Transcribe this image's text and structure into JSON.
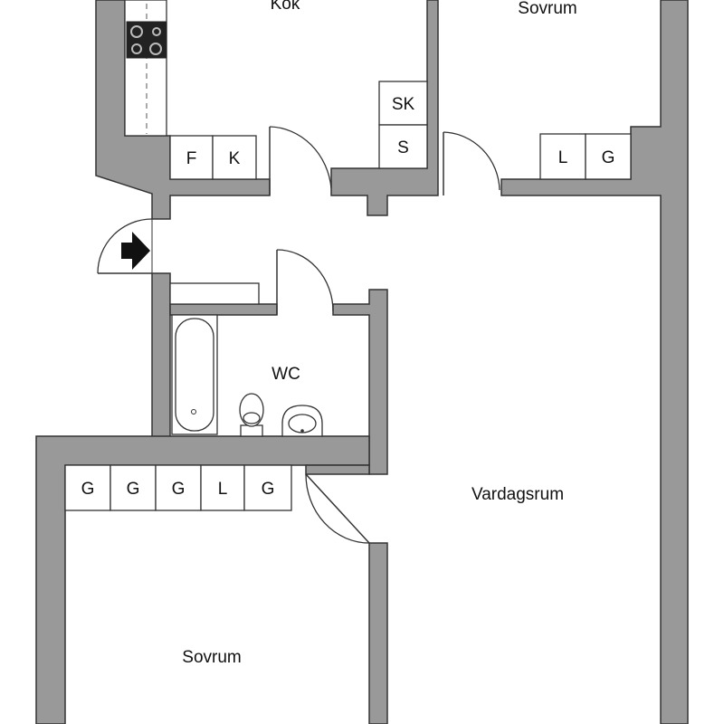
{
  "rooms": {
    "kok": "Kök",
    "sovrum_top": "Sovrum",
    "wc": "WC",
    "vardagsrum": "Vardagsrum",
    "sovrum_bottom": "Sovrum"
  },
  "cabinets": {
    "kitchen_f": "F",
    "kitchen_k": "K",
    "kitchen_sk": "SK",
    "kitchen_s": "S",
    "top_bedroom": [
      "L",
      "G"
    ],
    "bottom_bedroom": [
      "G",
      "G",
      "G",
      "L",
      "G"
    ]
  },
  "icons": {
    "entrance": "entrance-arrow-icon",
    "stove": "stove-icon",
    "bathtub": "bathtub-icon",
    "toilet": "toilet-icon",
    "sink": "sink-icon"
  },
  "colors": {
    "wall": "#999999",
    "line": "#333333",
    "floor": "#ffffff"
  }
}
